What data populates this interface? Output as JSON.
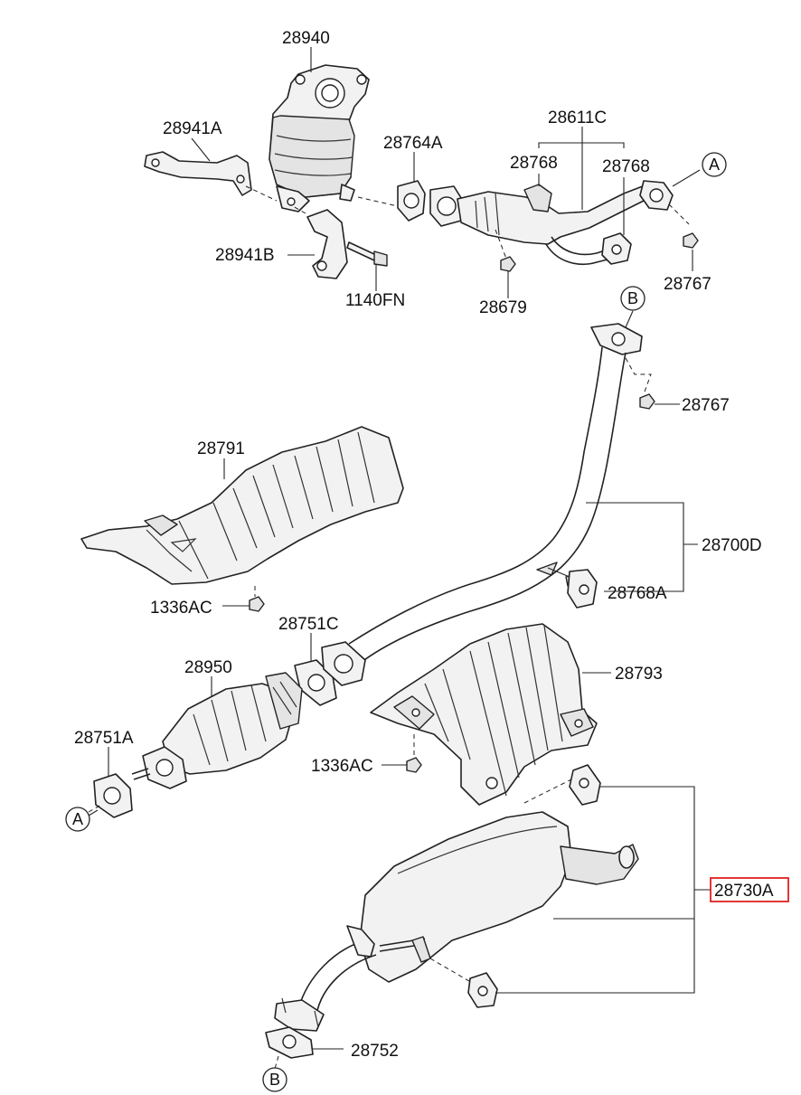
{
  "diagram": {
    "labels": {
      "l_28940": "28940",
      "l_28941A": "28941A",
      "l_28941B": "28941B",
      "l_1140FN": "1140FN",
      "l_28764A": "28764A",
      "l_28679": "28679",
      "l_28611C": "28611C",
      "l_28768_left": "28768",
      "l_28768_right": "28768",
      "l_A_top": "A",
      "l_28767_top": "28767",
      "l_B_top": "B",
      "l_28767_mid": "28767",
      "l_28791": "28791",
      "l_1336AC_top": "1336AC",
      "l_28700D": "28700D",
      "l_28768A": "28768A",
      "l_28751C": "28751C",
      "l_28950": "28950",
      "l_28793": "28793",
      "l_28751A": "28751A",
      "l_1336AC_bottom": "1336AC",
      "l_A_bottom": "A",
      "l_28730A": "28730A",
      "l_28752": "28752",
      "l_B_bottom": "B"
    },
    "highlighted_part": "28730A",
    "highlight_color": "#e02020"
  }
}
